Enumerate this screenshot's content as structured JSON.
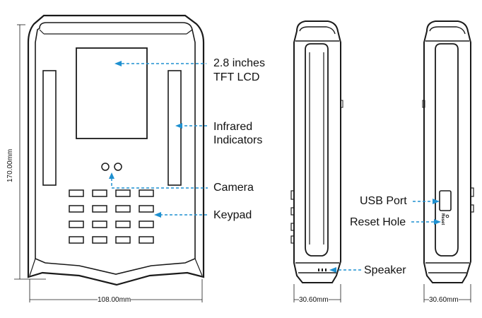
{
  "callouts": {
    "lcd_line1": "2.8 inches",
    "lcd_line2": "TFT LCD",
    "infrared_line1": "Infrared",
    "infrared_line2": "Indicators",
    "camera": "Camera",
    "keypad": "Keypad",
    "usb_port": "USB Port",
    "reset_hole": "Reset Hole",
    "speaker": "Speaker"
  },
  "dimensions": {
    "front_height": "170.00mm",
    "front_width": "108.00mm",
    "side_left_width": "30.60mm",
    "side_right_width": "30.60mm"
  },
  "side_markings": {
    "reset_text": "Reset"
  },
  "keypad": {
    "rows": 4,
    "cols": 4
  },
  "colors": {
    "line": "#1a1a1a",
    "callout": "#1e90d0",
    "fill": "#ffffff"
  }
}
